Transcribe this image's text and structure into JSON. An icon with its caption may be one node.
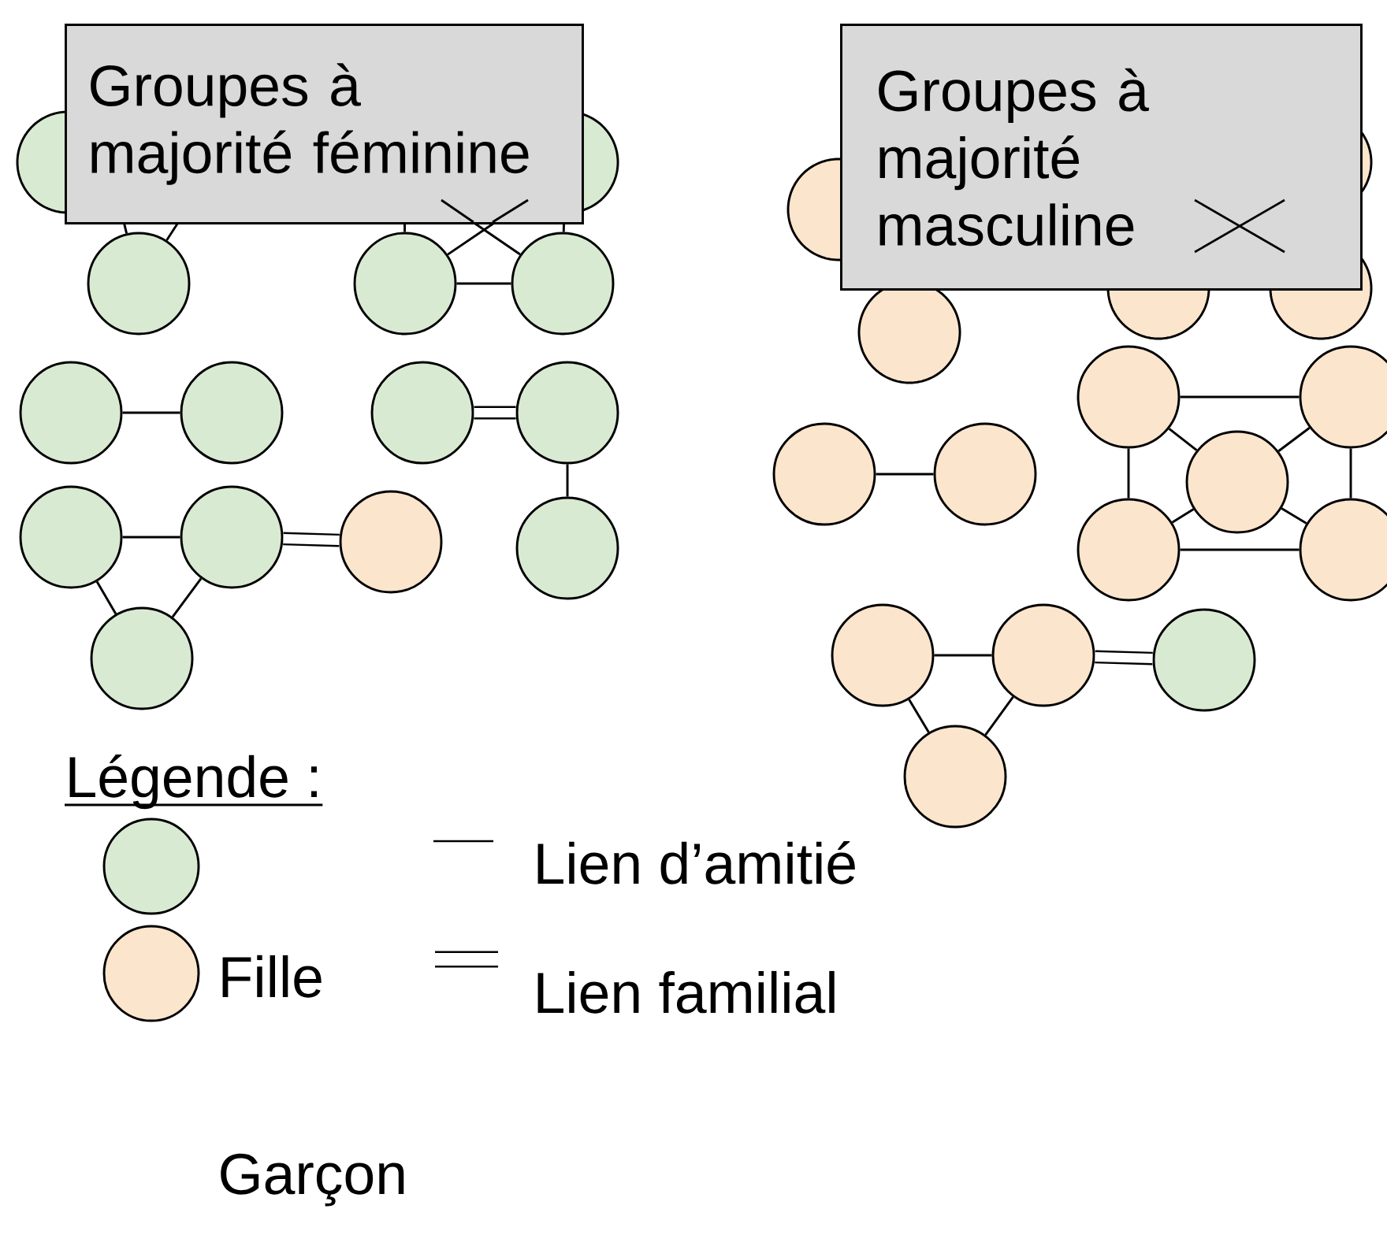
{
  "diagram": {
    "nodes": [
      {
        "text": [
          "Groupes à majorité féminine"
        ]
      },
      {
        "text": [
          "Groupes à majorité masculine"
        ]
      },
      {
        "text": [],
        "shape": "circle"
      },
      {
        "text": [],
        "shape": "circle"
      },
      {
        "text": [],
        "shape": "circle"
      },
      {
        "text": [],
        "shape": "circle"
      },
      {
        "text": [],
        "shape": "circle"
      },
      {
        "text": [],
        "shape": "circle"
      },
      {
        "text": [],
        "shape": "circle"
      },
      {
        "text": [],
        "shape": "circle"
      },
      {
        "text": [],
        "shape": "circle"
      },
      {
        "text": [],
        "shape": "circle"
      },
      {
        "text": [],
        "shape": "circle"
      },
      {
        "text": [],
        "shape": "circle"
      },
      {
        "text": [],
        "shape": "circle"
      },
      {
        "text": [],
        "shape": "circle"
      },
      {
        "text": [],
        "shape": "circle"
      },
      {
        "text": [],
        "shape": "circle"
      },
      {
        "text": [],
        "shape": "circle"
      },
      {
        "text": [],
        "shape": "circle"
      },
      {
        "text": [],
        "shape": "circle"
      },
      {
        "text": [],
        "shape": "circle"
      },
      {
        "text": [],
        "shape": "circle"
      },
      {
        "text": [],
        "shape": "circle"
      },
      {
        "text": [],
        "shape": "circle"
      },
      {
        "text": [],
        "shape": "circle"
      },
      {
        "text": [],
        "shape": "circle"
      },
      {
        "text": [],
        "shape": "circle"
      },
      {
        "text": [],
        "shape": "circle"
      },
      {
        "text": [],
        "shape": "circle"
      },
      {
        "text": [],
        "shape": "circle"
      },
      {
        "text": [],
        "shape": "circle"
      }
    ],
    "edges": [
      {
        "from": 0,
        "to": 4,
        "arrow": "none"
      },
      {
        "from": 0,
        "to": 4,
        "arrow": "none"
      },
      {
        "from": 0,
        "to": 5,
        "arrow": "none"
      },
      {
        "from": 0,
        "to": 6,
        "arrow": "none"
      },
      {
        "from": 0,
        "to": 6,
        "arrow": "none"
      },
      {
        "from": 0,
        "to": 5,
        "arrow": "none"
      },
      {
        "from": 5,
        "to": 6,
        "arrow": "none"
      },
      {
        "from": 7,
        "to": 8,
        "arrow": "none"
      },
      {
        "from": 9,
        "to": 10,
        "arrow": "none",
        "style": "thick"
      },
      {
        "from": 10,
        "to": 14,
        "arrow": "none"
      },
      {
        "from": 11,
        "to": 12,
        "arrow": "none"
      },
      {
        "from": 11,
        "to": 15,
        "arrow": "none"
      },
      {
        "from": 12,
        "to": 15,
        "arrow": "none"
      },
      {
        "from": 12,
        "to": 13,
        "arrow": "none",
        "style": "thick"
      },
      {
        "from": 21,
        "to": 22,
        "arrow": "none"
      },
      {
        "from": 21,
        "to": 26,
        "arrow": "none"
      },
      {
        "from": 22,
        "to": 27,
        "arrow": "none"
      },
      {
        "from": 26,
        "to": 27,
        "arrow": "none"
      },
      {
        "from": 23,
        "to": 21,
        "arrow": "none"
      },
      {
        "from": 23,
        "to": 22,
        "arrow": "none"
      },
      {
        "from": 23,
        "to": 26,
        "arrow": "none"
      },
      {
        "from": 23,
        "to": 27,
        "arrow": "none"
      },
      {
        "from": 24,
        "to": 25,
        "arrow": "none"
      },
      {
        "from": 28,
        "to": 29,
        "arrow": "none"
      },
      {
        "from": 28,
        "to": 31,
        "arrow": "none"
      },
      {
        "from": 29,
        "to": 31,
        "arrow": "none"
      },
      {
        "from": 29,
        "to": 30,
        "arrow": "none",
        "style": "thick"
      }
    ],
    "labels": [
      "Légende :"
    ],
    "legend": [
      {
        "text": "Garçon",
        "color": "#d9ead3"
      },
      {
        "text": "Fille",
        "color": "#fce5cd"
      },
      {
        "text": "Lien d’amitié"
      },
      {
        "text": "Lien familial"
      }
    ]
  }
}
